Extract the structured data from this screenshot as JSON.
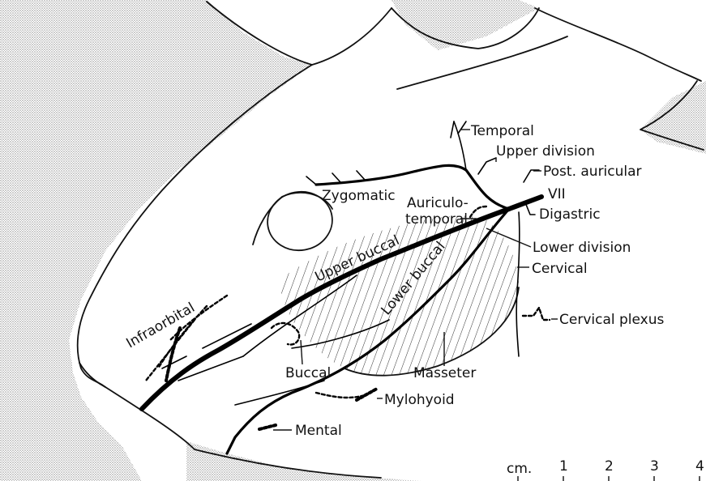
{
  "labels": {
    "temporal": "Temporal",
    "upper_division": "Upper division",
    "post_auricular": "Post. auricular",
    "vii": "VII",
    "zygomatic": "Zygomatic",
    "auriculo": "Auriculo-",
    "temporal2": "temporal",
    "digastric": "Digastric",
    "lower_division": "Lower division",
    "upper_buccal": "Upper buccal",
    "cervical": "Cervical",
    "infraorbital": "Infraorbital",
    "lower_buccal": "Lower buccal",
    "cervical_plexus": "Cervical plexus",
    "buccal": "Buccal",
    "masseter": "Masseter",
    "mylohyoid": "Mylohyoid",
    "mental": "Mental"
  },
  "scale_bar": {
    "unit": "cm.",
    "ticks": [
      "1",
      "2",
      "3",
      "4"
    ]
  },
  "colors": {
    "background_stipple": "#cfcfcf",
    "nerve": "#000000",
    "outline": "#111111"
  }
}
